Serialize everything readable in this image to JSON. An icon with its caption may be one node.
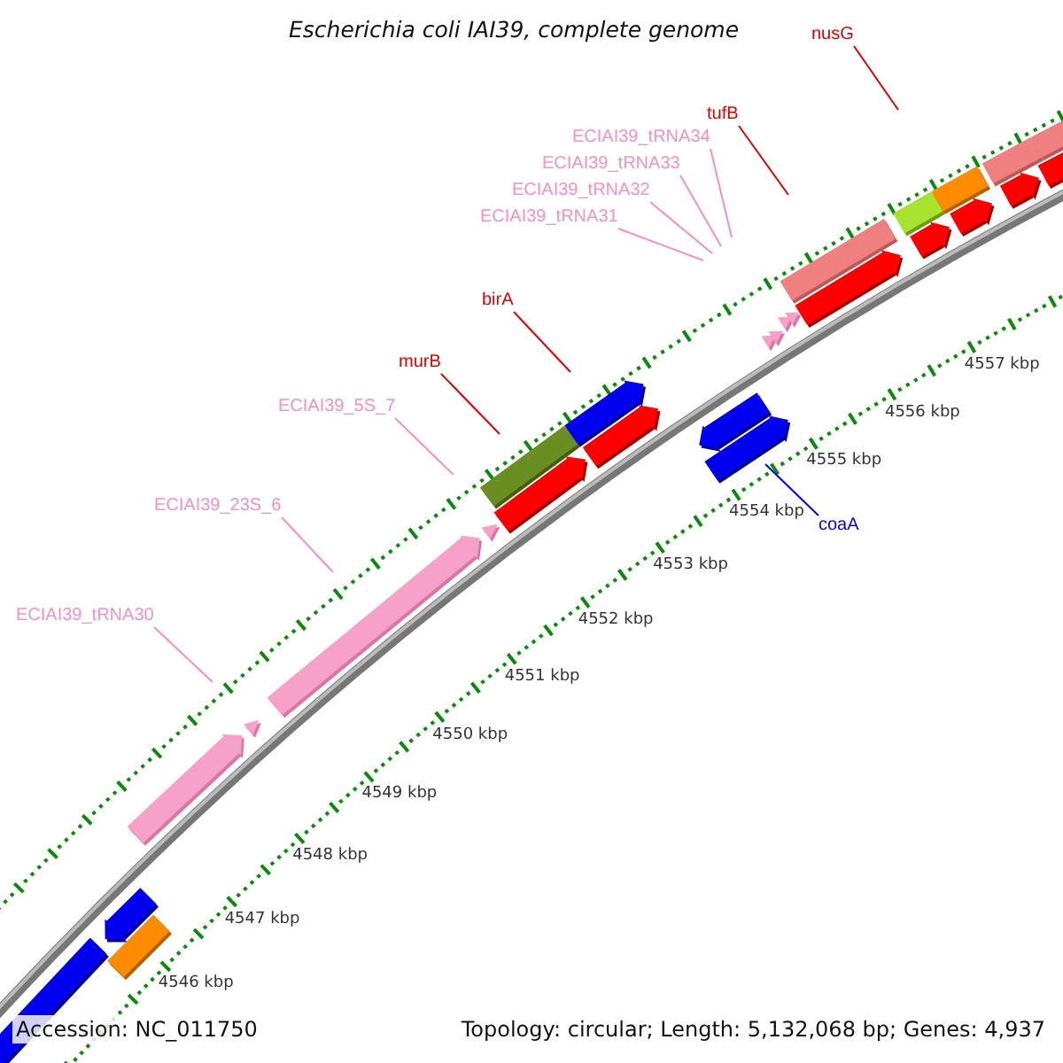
{
  "diagram": {
    "title": "Escherichia coli IAI39, complete genome",
    "nodes": [
      {
        "text": [
          "nusG"
        ]
      },
      {
        "text": [
          "tufB"
        ]
      },
      {
        "text": [
          "ECIAI39_tRNA34"
        ]
      },
      {
        "text": [
          "ECIAI39_tRNA33"
        ]
      },
      {
        "text": [
          "ECIAI39_tRNA32"
        ]
      },
      {
        "text": [
          "ECIAI39_tRNA31"
        ]
      },
      {
        "text": [
          "birA"
        ]
      },
      {
        "text": [
          "murB"
        ]
      },
      {
        "text": [
          "ECIAI39_5S_7"
        ]
      },
      {
        "text": [
          "ECIAI39_23S_6"
        ]
      },
      {
        "text": [
          "coaA"
        ]
      },
      {
        "text": [
          "ECIAI39_tRNA30"
        ]
      }
    ],
    "edges": [
      {
        "from": 0,
        "to": null,
        "arrow": "none",
        "color": "#e00000"
      },
      {
        "from": 1,
        "to": null,
        "arrow": "none",
        "color": "#e00000"
      },
      {
        "from": 2,
        "to": null,
        "arrow": "none"
      },
      {
        "from": 3,
        "to": null,
        "arrow": "none"
      },
      {
        "from": 4,
        "to": null,
        "arrow": "none"
      },
      {
        "from": 5,
        "to": null,
        "arrow": "none"
      },
      {
        "from": 6,
        "to": null,
        "arrow": "none",
        "color": "#e00000"
      },
      {
        "from": 7,
        "to": null,
        "arrow": "none",
        "color": "#e00000"
      },
      {
        "from": 8,
        "to": null,
        "arrow": "none"
      },
      {
        "from": 9,
        "to": null,
        "arrow": "none"
      },
      {
        "from": 10,
        "to": null,
        "arrow": "none",
        "color": "#0000ff"
      },
      {
        "from": 11,
        "to": null,
        "arrow": "none"
      }
    ],
    "labels": [
      "4557 kbp",
      "4556 kbp",
      "4555 kbp",
      "4554 kbp",
      "4553 kbp",
      "4552 kbp",
      "4551 kbp",
      "4550 kbp",
      "4549 kbp",
      "4548 kbp",
      "4547 kbp",
      "4546 kbp",
      "Accession: NC_011750",
      "Topology: circular; Length: 5,132,068 bp; Genes: 4,937"
    ]
  }
}
